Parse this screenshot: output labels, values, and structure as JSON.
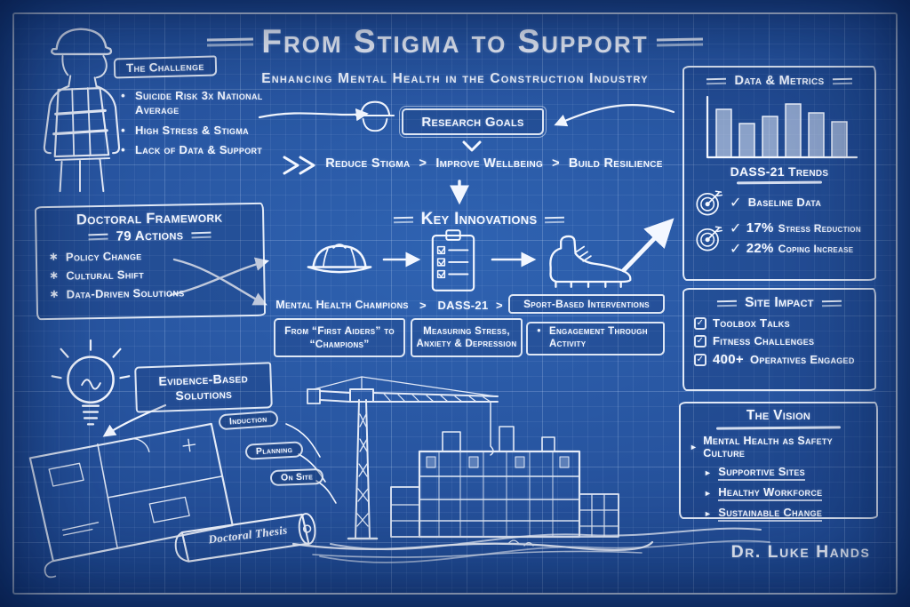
{
  "header": {
    "title": "From Stigma to Support",
    "subtitle": "Enhancing Mental Health in the Construction Industry"
  },
  "challenge": {
    "label": "The Challenge",
    "bullet": "•",
    "items": [
      "Suicide Risk 3x National Average",
      "High Stress & Stigma",
      "Lack of Data & Support"
    ]
  },
  "research_goals": {
    "label": "Research Goals",
    "separator": ">",
    "goals": [
      "Reduce Stigma",
      "Improve Wellbeing",
      "Build Resilience"
    ]
  },
  "doctoral_framework": {
    "label": "Doctoral Framework",
    "subtitle": "79 Actions",
    "bullet": "∗",
    "items": [
      "Policy Change",
      "Cultural Shift",
      "Data-Driven Solutions"
    ]
  },
  "key_innovations": {
    "label": "Key Innovations",
    "separator": ">",
    "items": [
      {
        "icon": "hard-hat-icon",
        "title": "Mental Health Champions",
        "detail": "From “First Aiders” to “Champions”"
      },
      {
        "icon": "clipboard-checklist-icon",
        "title": "DASS-21",
        "detail": "Measuring Stress, Anxiety & Depression"
      },
      {
        "icon": "football-boot-icon",
        "title": "Sport-Based Interventions",
        "detail": "Engagement Through Activity",
        "detail_bullet": "•"
      }
    ]
  },
  "data_metrics": {
    "label": "Data & Metrics",
    "trend_title": "DASS-21 Trends",
    "chart_data": {
      "type": "bar",
      "values": [
        54,
        38,
        46,
        60,
        50,
        40
      ],
      "title": "DASS-21 Trends",
      "note": "hand-sketched unlabeled trend bars"
    },
    "stats": [
      {
        "check": "✓",
        "value": "",
        "text": "Baseline Data"
      },
      {
        "check": "✓",
        "value": "17%",
        "text": "Stress Reduction"
      },
      {
        "check": "✓",
        "value": "22%",
        "text": "Coping Increase"
      }
    ]
  },
  "site_impact": {
    "label": "Site Impact",
    "check": "✓",
    "items": [
      {
        "value": "",
        "text": "Toolbox Talks"
      },
      {
        "value": "",
        "text": "Fitness Challenges"
      },
      {
        "value": "400+",
        "text": "Operatives Engaged"
      }
    ]
  },
  "vision": {
    "label": "The Vision",
    "arrow": "►",
    "headline": "Mental Health as Safety Culture",
    "bullet": "►",
    "items": [
      "Supportive Sites",
      "Healthy Workforce",
      "Sustainable Change"
    ]
  },
  "evidence": {
    "label": "Evidence-Based Solutions",
    "tags": [
      "Induction",
      "Planning",
      "On Site"
    ],
    "scroll_label": "Doctoral Thesis"
  },
  "author": "Dr. Luke Hands",
  "icons": {
    "worker": "construction-worker-sketch",
    "research_head": "worker-head-icon",
    "hard_hat": "hard-hat-icon",
    "clipboard": "clipboard-checklist-icon",
    "boot": "football-boot-icon",
    "bar_chart": "bar-chart-icon",
    "target": "target-bullseye-icon",
    "lightbulb": "lightbulb-icon",
    "floor_plan": "floor-plan-sketch",
    "scroll": "thesis-scroll-icon",
    "construction": "construction-site-sketch",
    "checkmark": "✓"
  },
  "colors": {
    "background": "#24529c",
    "line": "#f3f7ff",
    "panel_fill": "rgba(14,42,94,0.22)"
  }
}
